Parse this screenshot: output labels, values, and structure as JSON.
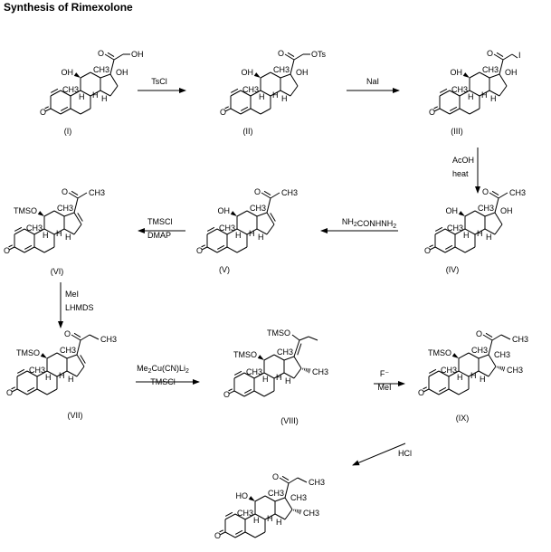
{
  "title": "Synthesis of Rimexolone",
  "compounds": [
    {
      "id": "I",
      "label": "(I)",
      "subs": {
        "c11": "OH",
        "c17": "OH",
        "c21": "OH"
      }
    },
    {
      "id": "II",
      "label": "(II)",
      "subs": {
        "c11": "OH",
        "c17": "OH",
        "c21": "OTs"
      }
    },
    {
      "id": "III",
      "label": "(III)",
      "subs": {
        "c11": "OH",
        "c17": "OH",
        "c21": "I"
      }
    },
    {
      "id": "IV",
      "label": "(IV)",
      "subs": {
        "c11": "OH",
        "c17": "OH"
      }
    },
    {
      "id": "V",
      "label": "(V)",
      "subs": {
        "c11": "OH"
      }
    },
    {
      "id": "VI",
      "label": "(VI)",
      "subs": {
        "c11": "TMSO"
      }
    },
    {
      "id": "VII",
      "label": "(VII)",
      "subs": {
        "c11": "TMSO",
        "chain": "CH3"
      }
    },
    {
      "id": "VIII",
      "label": "(VIII)",
      "subs": {
        "c11": "TMSO",
        "enol": "TMSO",
        "c16": "CH3"
      }
    },
    {
      "id": "IX",
      "label": "(IX)",
      "subs": {
        "c11": "TMSO",
        "c17": "CH3",
        "c16": "CH3"
      }
    },
    {
      "id": "final",
      "label": "",
      "subs": {
        "c11": "HO",
        "c17": "CH3",
        "c16": "CH3"
      }
    }
  ],
  "atom_labels": {
    "CH3": "CH3",
    "H": "H",
    "O": "O"
  },
  "reagents": {
    "r1": [
      "TsCl"
    ],
    "r2": [
      "NaI"
    ],
    "r3": [
      "AcOH",
      "heat"
    ],
    "r4": [
      "NH2CONHNH2"
    ],
    "r5": [
      "TMSCl",
      "DMAP"
    ],
    "r6": [
      "MeI",
      "LHMDS"
    ],
    "r7": [
      "Me2Cu(CN)Li2",
      "TMSCl"
    ],
    "r8": [
      "F⁻",
      "MeI"
    ],
    "r9": [
      "HCl"
    ]
  }
}
